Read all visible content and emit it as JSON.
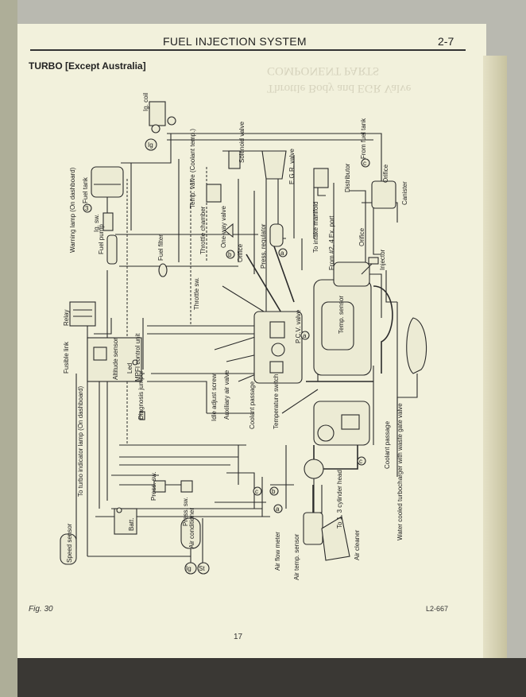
{
  "header": {
    "title": "FUEL INJECTION SYSTEM",
    "page_ref": "2-7",
    "section": "TURBO [Except Australia]"
  },
  "ghost": {
    "line1": "COMPONENT PARTS",
    "line2": "Throttle Body and EGR Valve"
  },
  "labels": {
    "ig_coil": "Ig. coil",
    "ig1": "Ig",
    "fuel_tank": "Fuel tank",
    "warning_lamp": "Warning lamp (On dashboard)",
    "ig_sw": "Ig. sw.",
    "fuel_pump": "Fuel pump",
    "fuel_filter": "Fuel filter",
    "temp_valve": "Temp. valve (Coolant temp.)",
    "solenoid_valve": "Solenoid valve",
    "egr_valve": "E.G.R. valve",
    "distributor": "Distributor",
    "from_fuel_tank": "From fuel tank",
    "orifice1": "Orifice",
    "canister": "Canister",
    "throttle_chamber": "Throttle chamber",
    "one_way_valve": "One-way valve",
    "orifice2": "Orifice",
    "press_regulator": "Press. regulator",
    "to_intake_manifold": "To intake manifold",
    "from_24_ex_port": "From #2, 4 Ex. port",
    "orifice3": "Orifice",
    "injector": "Injector",
    "relay": "Relay",
    "throttle_sw": "Throttle sw.",
    "pcv_valve": "P.C.V. valve",
    "temp_sensor": "Temp. sensor",
    "fusible_link": "Fusible link",
    "altitude_sensor": "Altitude sensor",
    "led": "Led",
    "mpfi_control_unit": "MPFI control unit",
    "diagnosis_jumper": "Diagnosis jumper",
    "idle_adjust_screw": "Idle adjust screw",
    "auxiliary_air_valve": "Auxiliary air valve",
    "coolant_passage1": "Coolant passage",
    "temperature_switch": "Temperature switch",
    "coolant_passage2": "Coolant passage",
    "turbo_indicator_lamp": "To turbo indicator lamp (On dashboard)",
    "press_sw1": "Press. sw.",
    "press_sw2": "Press. sw.",
    "to_13_cylinder_head": "To 1, 3 cylinder head",
    "turbocharger": "Water cooled turbocharger with waste gate valve",
    "batt": "Batt.",
    "speed_sensor": "Speed sensor",
    "air_conditioner": "Air conditioner",
    "ig2": "Ig",
    "st": "St",
    "air_flow_meter": "Air flow meter",
    "air_temp_sensor": "Air temp. sensor",
    "air_cleaner": "Air cleaner",
    "mark_a1": "a",
    "mark_a2": "a",
    "mark_a3": "a",
    "mark_b1": "b",
    "mark_b2": "b",
    "mark_c1": "c",
    "mark_c2": "c",
    "mark_c3": "c",
    "num_3": "3"
  },
  "footer": {
    "figure": "Fig. 30",
    "code": "L2-667",
    "page_number": "17"
  }
}
